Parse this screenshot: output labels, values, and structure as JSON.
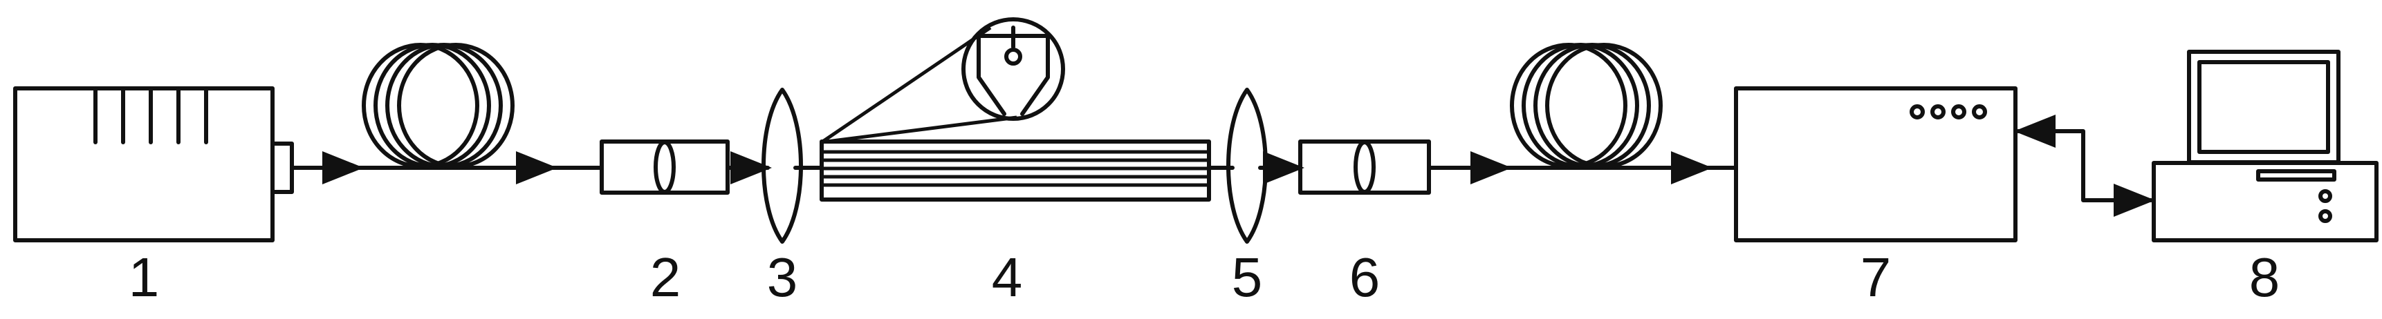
{
  "labels": [
    "1",
    "2",
    "3",
    "4",
    "5",
    "6",
    "7",
    "8"
  ],
  "colors": {
    "line": "#111111",
    "background": "#ffffff"
  },
  "icons": [
    "laser-source-icon",
    "fiber-coil-icon",
    "collimator-icon",
    "lens-icon",
    "fiber-bundle-icon",
    "magnified-inset-icon",
    "analyzer-box-icon",
    "computer-icon",
    "bidirectional-arrow-icon"
  ]
}
